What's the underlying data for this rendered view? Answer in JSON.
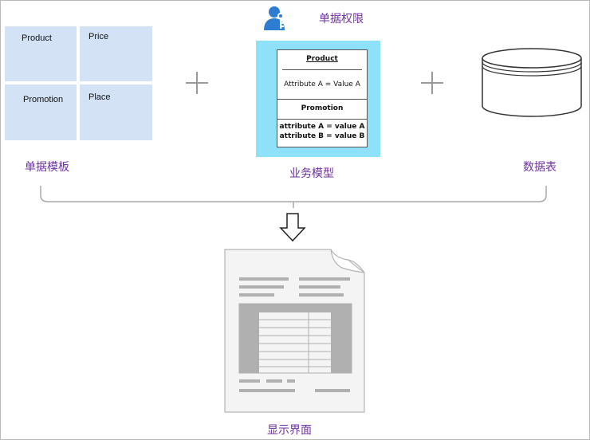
{
  "template": {
    "cells": {
      "product": "Product",
      "price": "Price",
      "promotion": "Promotion",
      "place": "Place"
    },
    "caption": "单据模板"
  },
  "permission": {
    "caption": "单据权限",
    "icon": "user-key-icon"
  },
  "model": {
    "section1_title": "Product",
    "section1_line": "Attribute A = Value A",
    "section2_title": "Promotion",
    "section2_line1": "attribute A = value A",
    "section2_line2": "attribute B = value B",
    "caption": "业务模型"
  },
  "table": {
    "caption": "数据表",
    "icon": "database-cylinder-icon"
  },
  "result": {
    "caption": "显示界面",
    "icon": "document-form-icon"
  },
  "colors": {
    "caption_purple": "#7030a0",
    "template_blue": "#d3e3f5",
    "model_cyan": "#8fe1fa",
    "icon_blue": "#2d7dd2"
  }
}
